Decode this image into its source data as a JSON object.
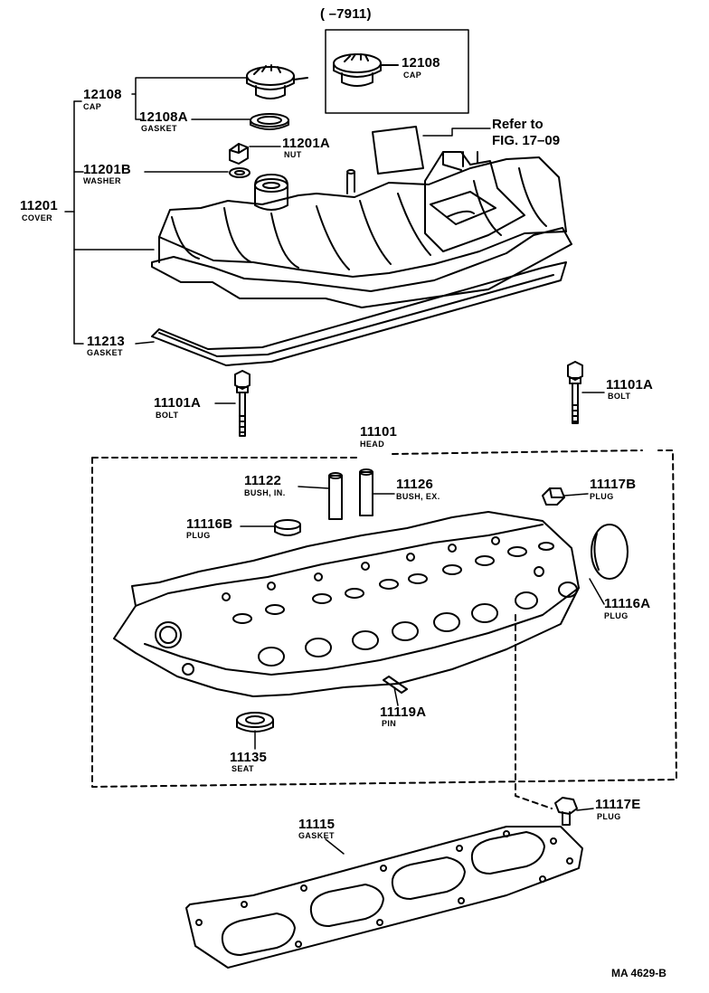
{
  "inset": {
    "range": "(        –7911)",
    "part_no": "12108",
    "part_name": "CAP"
  },
  "refer": {
    "line1": "Refer to",
    "line2": "FIG. 17–09"
  },
  "parts": [
    {
      "key": "cover",
      "no": "11201",
      "name": "COVER"
    },
    {
      "key": "cap",
      "no": "12108",
      "name": "CAP"
    },
    {
      "key": "cap_gasket",
      "no": "12108A",
      "name": "GASKET"
    },
    {
      "key": "nut",
      "no": "11201A",
      "name": "NUT"
    },
    {
      "key": "washer",
      "no": "11201B",
      "name": "WASHER"
    },
    {
      "key": "cover_gasket",
      "no": "11213",
      "name": "GASKET"
    },
    {
      "key": "bolt_left",
      "no": "11101A",
      "name": "BOLT"
    },
    {
      "key": "bolt_right",
      "no": "11101A",
      "name": "BOLT"
    },
    {
      "key": "head",
      "no": "11101",
      "name": "HEAD"
    },
    {
      "key": "bush_in",
      "no": "11122",
      "name": "BUSH, IN."
    },
    {
      "key": "bush_ex",
      "no": "11126",
      "name": "BUSH, EX."
    },
    {
      "key": "plug_b",
      "no": "11117B",
      "name": "PLUG"
    },
    {
      "key": "plug_116b",
      "no": "11116B",
      "name": "PLUG"
    },
    {
      "key": "plug_116a",
      "no": "11116A",
      "name": "PLUG"
    },
    {
      "key": "pin",
      "no": "11119A",
      "name": "PIN"
    },
    {
      "key": "seat",
      "no": "11135",
      "name": "SEAT"
    },
    {
      "key": "plug_e",
      "no": "11117E",
      "name": "PLUG"
    },
    {
      "key": "head_gasket",
      "no": "11115",
      "name": "GASKET"
    }
  ],
  "figure_code": "MA  4629-B"
}
